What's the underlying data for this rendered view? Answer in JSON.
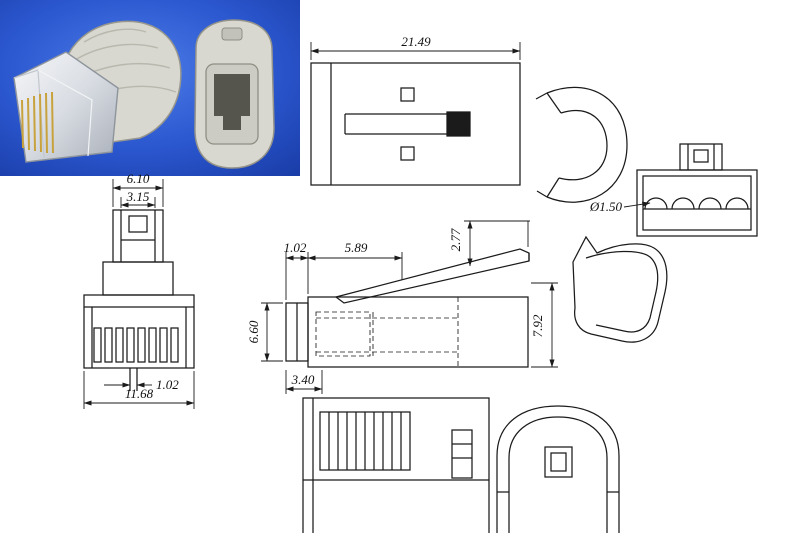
{
  "drawing": {
    "dims": {
      "top_length": "21.49",
      "tab_outer_width": "6.10",
      "tab_inner_width": "3.15",
      "pin_pitch": "1.02",
      "body_width": "11.68",
      "nose_offset": "1.02",
      "latch_span": "5.89",
      "latch_height": "2.77",
      "front_height": "6.60",
      "overall_height": "7.92",
      "nose_length": "3.40",
      "hole_diameter": "Ø1.50"
    },
    "colors": {
      "line": "#1b1b1b",
      "photo_blue": "#2b57cf",
      "boot_grey": "#d8d8d0",
      "boot_grey_dark": "#c6c6bd",
      "metal": "#dfe3e8",
      "pin_gold": "#c8a23c"
    }
  }
}
